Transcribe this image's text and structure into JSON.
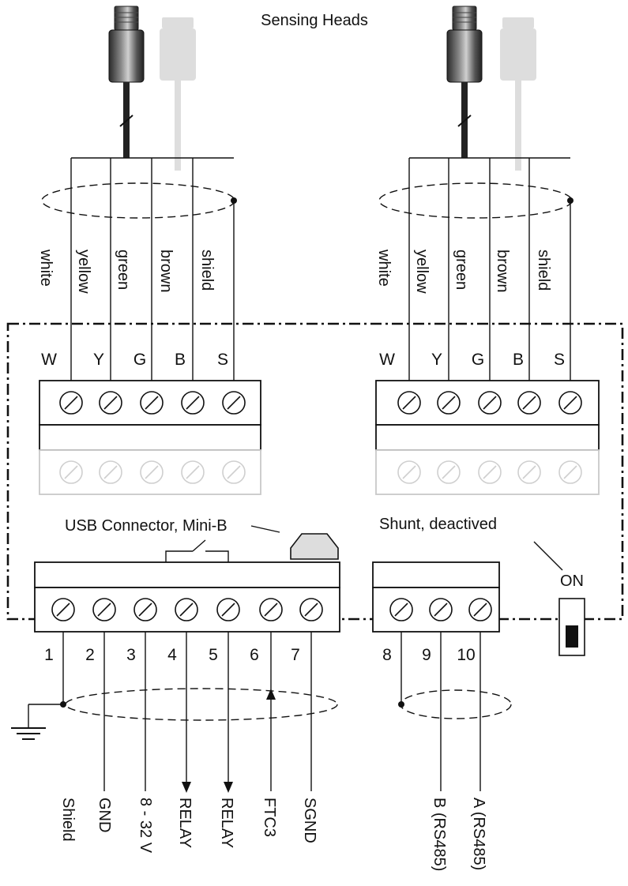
{
  "title": "Sensing Heads",
  "sensor_wires": [
    "white",
    "yellow",
    "green",
    "brown",
    "shield"
  ],
  "sensor_terminals": [
    "W",
    "Y",
    "G",
    "B",
    "S"
  ],
  "usb_label": "USB Connector, Mini-B",
  "shunt_label": "Shunt, deactived",
  "switch_label": "ON",
  "bottom_terminal_numbers": [
    "1",
    "2",
    "3",
    "4",
    "5",
    "6",
    "7",
    "8",
    "9",
    "10"
  ],
  "bottom_signals": [
    "Shield",
    "GND",
    "8 - 32 V",
    "RELAY",
    "RELAY",
    "FTC3",
    "SGND",
    "B (RS485)",
    "A (RS485)"
  ],
  "colors": {
    "line": "#111111",
    "faded": "#cccccc",
    "cable": "#222222"
  }
}
